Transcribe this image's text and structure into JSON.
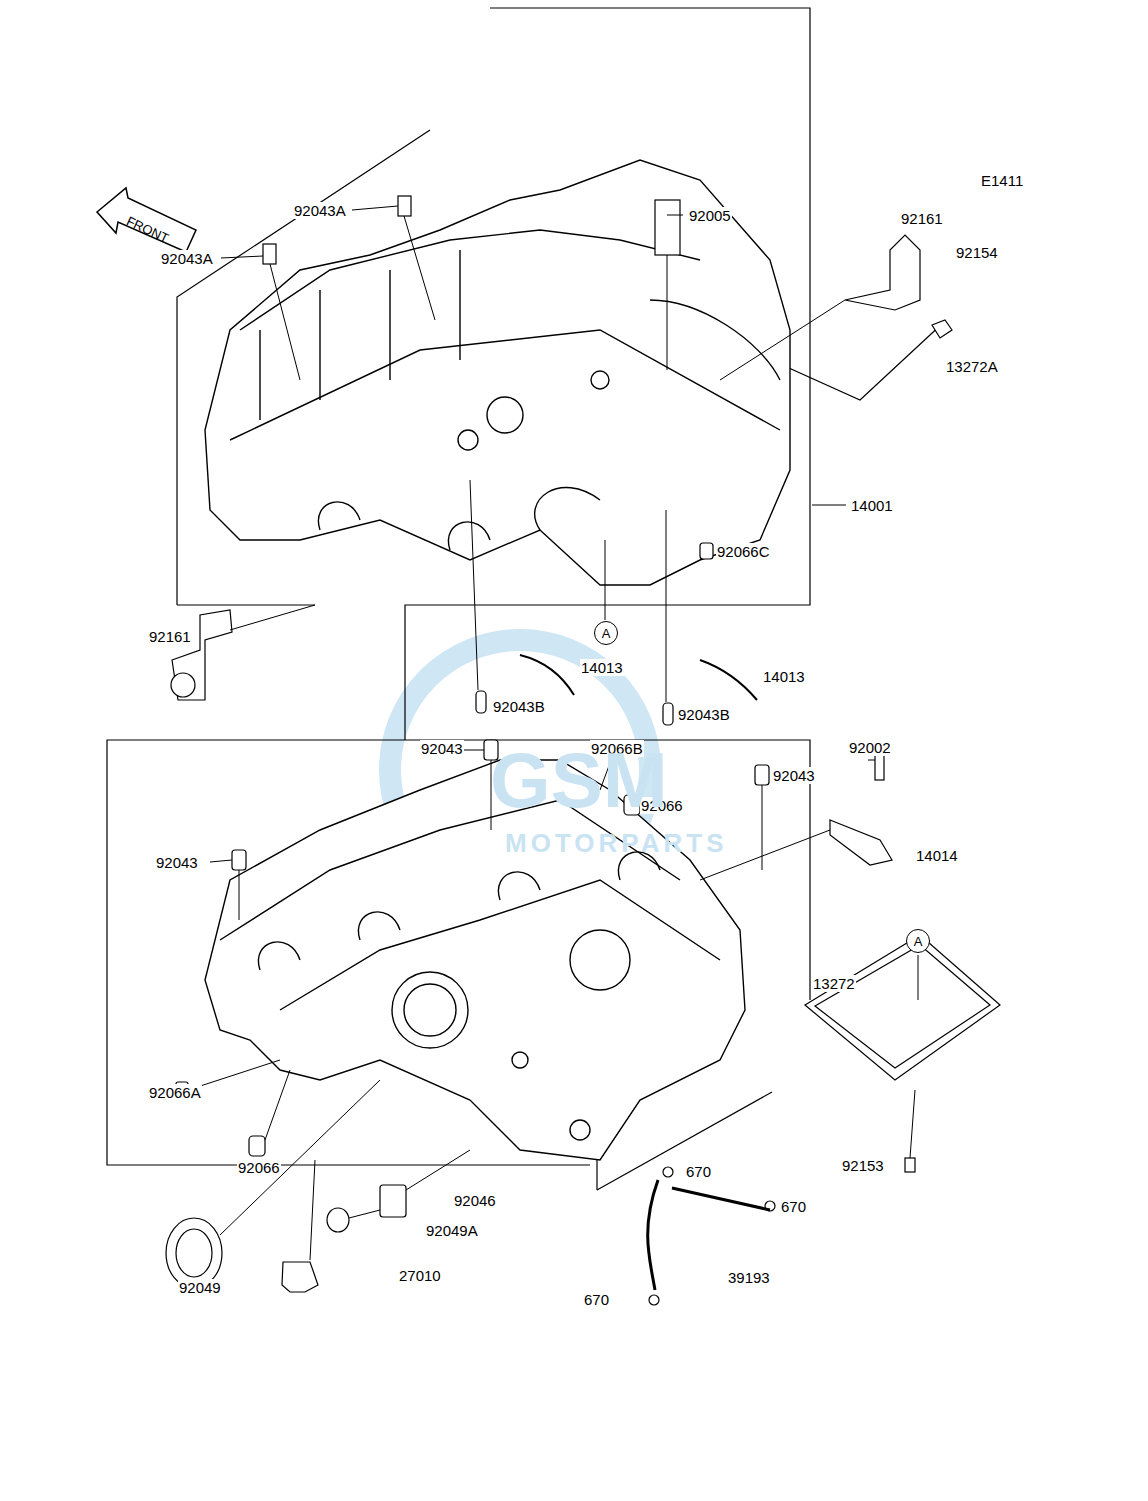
{
  "diagram": {
    "nodes": [
      {
        "text": [
          "A"
        ]
      },
      {
        "text": [
          "A"
        ]
      }
    ],
    "labels": [
      "E1411",
      "FRONT",
      "92043A",
      "92005",
      "92161",
      "92154",
      "92043A",
      "13272A",
      "14001",
      "92066C",
      "92161",
      "14013",
      "14013",
      "92043B",
      "92043B",
      "92043",
      "92066B",
      "92002",
      "92043",
      "92066",
      "14014",
      "92043",
      "13272",
      "92066A",
      "92066",
      "670",
      "92046",
      "670",
      "92153",
      "92049A",
      "27010",
      "39193",
      "92049",
      "670",
      "GSM",
      "MOTORPARTS"
    ]
  }
}
